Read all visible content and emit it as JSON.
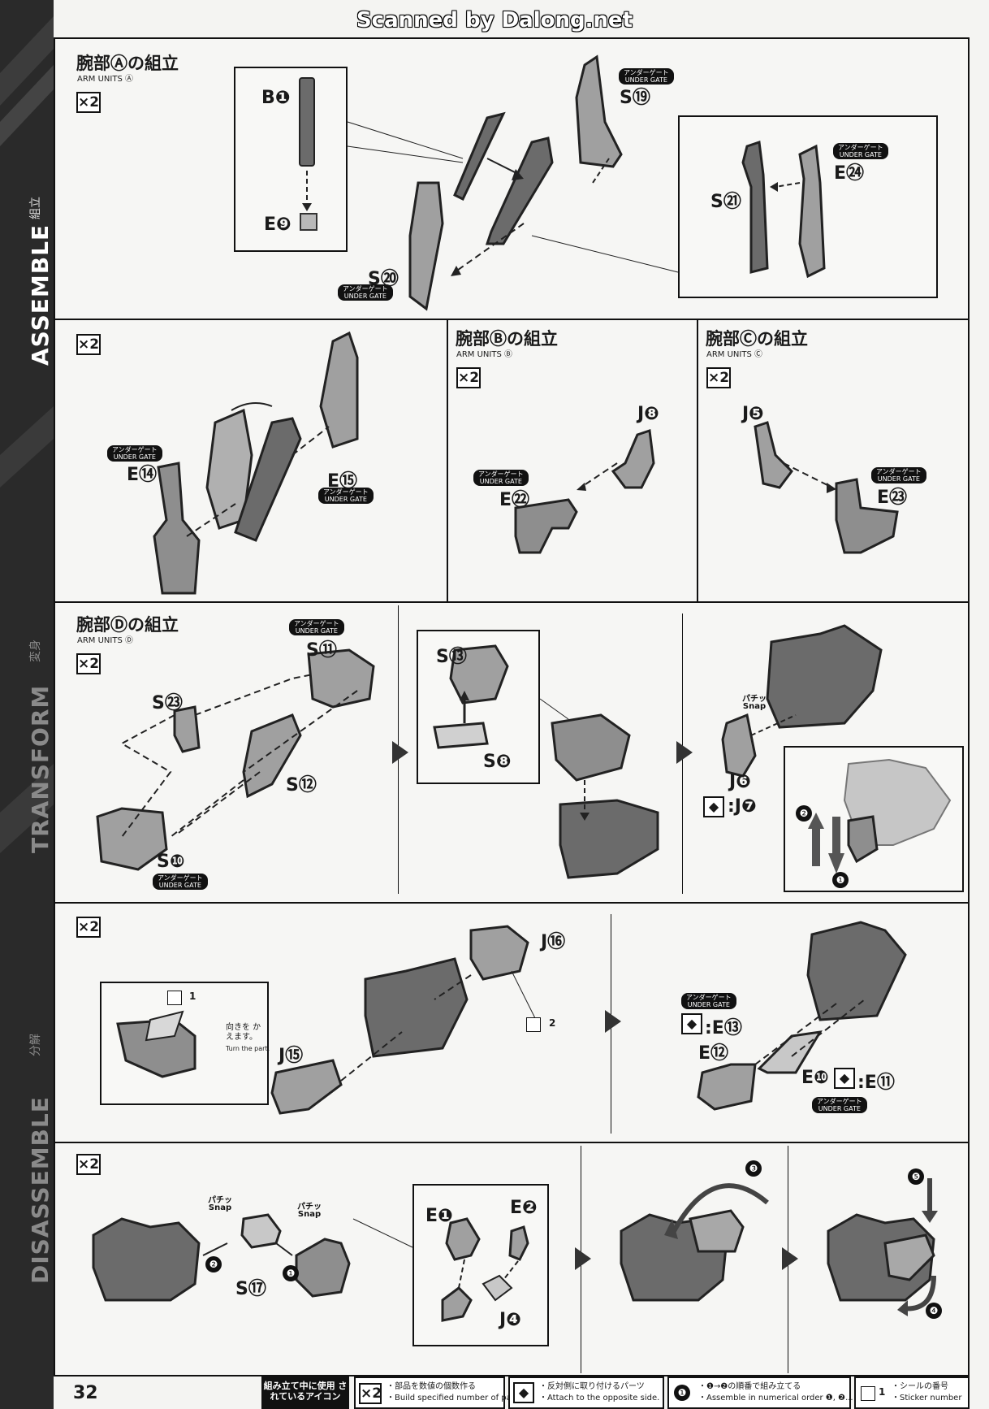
{
  "header": {
    "scan_credit": "Scanned by Dalong.net"
  },
  "sidebar": {
    "sections": [
      {
        "label": "ASSEMBLE",
        "jp": "組立"
      },
      {
        "label": "TRANSFORM",
        "jp": "変身"
      },
      {
        "label": "DISASSEMBLE",
        "jp": "分解"
      }
    ]
  },
  "steps": {
    "arm_a": {
      "title": "腕部Ⓐの組立",
      "subtitle": "ARM UNITS Ⓐ",
      "multiplier": "×2",
      "labels": [
        "B❶",
        "E❾",
        "S⑲",
        "S⑳",
        "S㉑",
        "E㉔"
      ]
    },
    "arm_a2": {
      "multiplier": "×2",
      "labels": [
        "E⑭",
        "E⑮"
      ]
    },
    "arm_b": {
      "title": "腕部Ⓑの組立",
      "subtitle": "ARM UNITS Ⓑ",
      "multiplier": "×2",
      "labels": [
        "J❽",
        "E㉒"
      ]
    },
    "arm_c": {
      "title": "腕部Ⓒの組立",
      "subtitle": "ARM UNITS Ⓒ",
      "multiplier": "×2",
      "labels": [
        "J❺",
        "E㉓"
      ]
    },
    "arm_d": {
      "title": "腕部Ⓓの組立",
      "subtitle": "ARM UNITS Ⓓ",
      "multiplier": "×2",
      "labels": [
        "S⑪",
        "S㉓",
        "S⑫",
        "S❿",
        "S⑬",
        "S❽",
        "J❻",
        ":J❼"
      ]
    },
    "row4": {
      "multiplier": "×2",
      "labels": [
        "J⑯",
        "J⑮",
        "E⑫",
        ":E⑬",
        "E❿",
        ":E⑪"
      ],
      "sticker_1": "1",
      "sticker_2": "2",
      "turn_jp": "向きを かえます。",
      "turn_en": "Turn the part."
    },
    "row5": {
      "multiplier": "×2",
      "labels": [
        "S⑰",
        "E❶",
        "E❷",
        "J❹"
      ]
    }
  },
  "under_gate": {
    "jp": "アンダーゲート",
    "en": "UNDER GATE"
  },
  "snap": {
    "jp": "パチッ",
    "en": "Snap"
  },
  "order_numbers": [
    "❶",
    "❷",
    "❸",
    "❹",
    "❺"
  ],
  "legend": {
    "title": "組み立て中に使用 されているアイコン",
    "items": [
      {
        "icon": "×2",
        "jp": "・部品を数値の個数作る",
        "en": "・Build specified number of parts."
      },
      {
        "icon": "◆",
        "jp": "・反対側に取り付けるパーツ",
        "en": "・Attach to the opposite side."
      },
      {
        "icon": "❶",
        "jp": "・❶→❷の順番で組み立てる",
        "en": "・Assemble in numerical order ❶, ❷..."
      },
      {
        "icon": "1",
        "jp": "・シールの番号",
        "en": "・Sticker number"
      }
    ]
  },
  "page_number": "32"
}
